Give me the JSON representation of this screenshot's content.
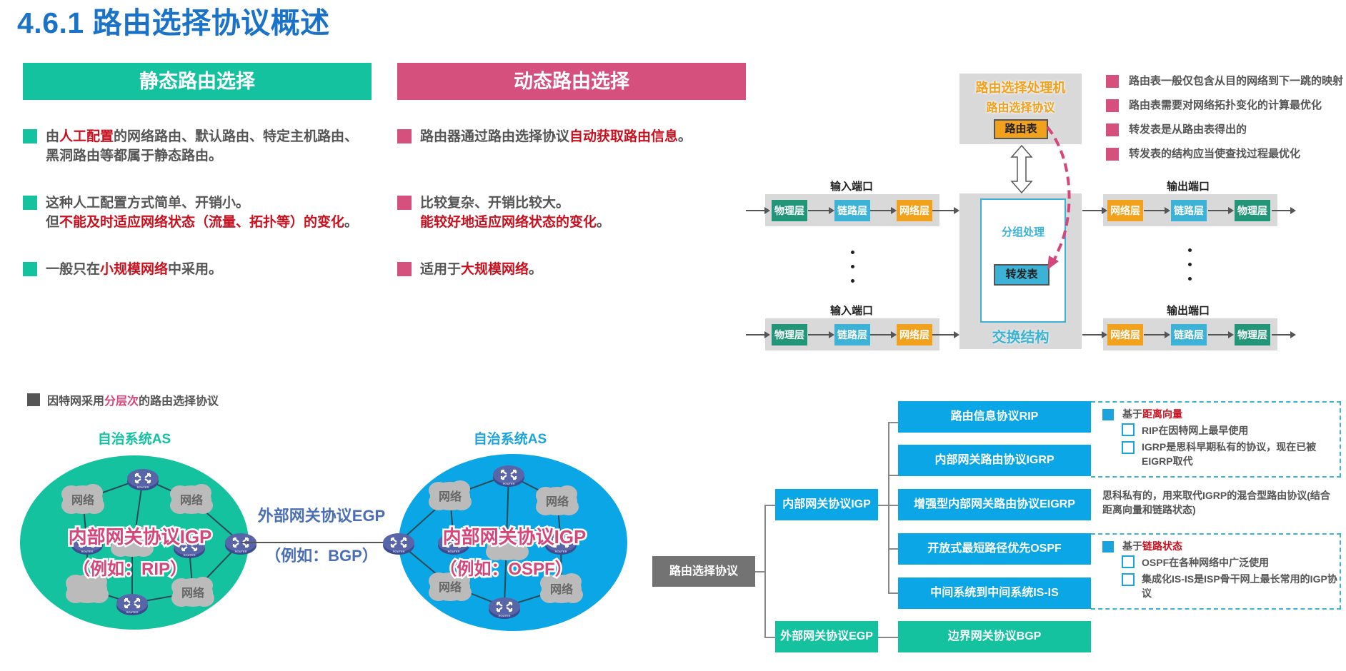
{
  "title": "4.6.1 路由选择协议概述",
  "static_routing": {
    "header": "静态路由选择",
    "color": "#14c2a0",
    "bullets": [
      {
        "line1_pre": "由",
        "line1_red": "人工配置",
        "line1_post": "的网络路由、默认路由、特定主机路由、",
        "line2": "黑洞路由等都属于静态路由。"
      },
      {
        "line1": "这种人工配置方式简单、开销小。",
        "line2_pre": "但",
        "line2_red": "不能及时适应网络状态（流量、拓扑等）的变化",
        "line2_post": "。"
      },
      {
        "pre": "一般只在",
        "red": "小规模网络",
        "post": "中采用。"
      }
    ]
  },
  "dynamic_routing": {
    "header": "动态路由选择",
    "color": "#d5507c",
    "bullets": [
      {
        "pre": "路由器通过路由选择协议",
        "red": "自动获取路由信息",
        "post": "。"
      },
      {
        "line1": "比较复杂、开销比较大。",
        "line2_red": "能较好地适应网络状态的变化",
        "line2_post": "。"
      },
      {
        "pre": "适用于",
        "red": "大规模网络",
        "post": "。"
      }
    ]
  },
  "router_arch": {
    "processor_title": "路由选择处理机",
    "processor_subtitle": "路由选择协议",
    "routing_table": "路由表",
    "packet_processing": "分组处理",
    "forwarding_table": "转发表",
    "switch_fabric": "交换结构",
    "input_port": "输入端口",
    "output_port": "输出端口",
    "layers": {
      "physical": "物理层",
      "link": "链路层",
      "network": "网络层"
    },
    "notes": [
      "路由表一般仅包含从目的网络到下一跳的映射",
      "路由表需要对网络拓扑变化的计算最优化",
      "转发表是从路由表得出的",
      "转发表的结构应当使查找过程最优化"
    ]
  },
  "hierarchy": {
    "intro_pre": "因特网采用",
    "intro_pink": "分层次",
    "intro_post": "的路由选择协议",
    "as_label": "自治系统AS",
    "network_label": "网络",
    "router_label": "ROUTER",
    "igp_label": "内部网关协议IGP",
    "igp_example_left": "（例如：RIP）",
    "igp_example_right": "（例如：OSPF）",
    "egp_label": "外部网关协议EGP",
    "egp_example": "（例如：BGP）"
  },
  "protocol_tree": {
    "root": "路由选择协议",
    "igp": "内部网关协议IGP",
    "egp": "外部网关协议EGP",
    "igp_children": [
      "路由信息协议RIP",
      "内部网关路由协议IGRP",
      "增强型内部网关路由协议EIGRP",
      "开放式最短路径优先OSPF",
      "中间系统到中间系统IS-IS"
    ],
    "egp_children": [
      "边界网关协议BGP"
    ],
    "distance_vector": {
      "head_pre": "基于",
      "head_red": "距离向量",
      "items": [
        "RIP在因特网上最早使用",
        "IGRP是思科早期私有的协议，现在已被EIGRP取代"
      ]
    },
    "eigrp_note": "思科私有的，用来取代IGRP的混合型路由协议(结合距离向量和链路状态)",
    "link_state": {
      "head_pre": "基于",
      "head_red": "链路状态",
      "items": [
        "OSPF在各种网络中广泛使用",
        "集成化IS-IS是ISP骨干网上最长常用的IGP协议"
      ]
    }
  }
}
